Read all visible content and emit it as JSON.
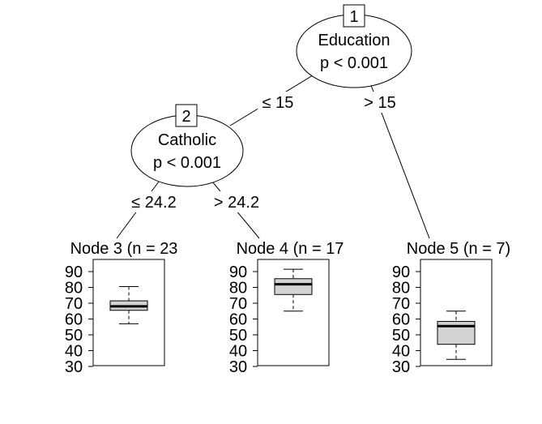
{
  "tree": {
    "inner_nodes": [
      {
        "id": "1",
        "variable": "Education",
        "p_value": "p < 0.001"
      },
      {
        "id": "2",
        "variable": "Catholic",
        "p_value": "p < 0.001"
      }
    ],
    "edges": [
      {
        "from": "1",
        "to": "2",
        "label": "≤ 15"
      },
      {
        "from": "1",
        "to": "5",
        "label": "> 15"
      },
      {
        "from": "2",
        "to": "3",
        "label": "≤ 24.2"
      },
      {
        "from": "2",
        "to": "4",
        "label": "> 24.2"
      }
    ]
  },
  "chart_data": [
    {
      "type": "boxplot",
      "title": "Node 3 (n = 23",
      "node": 3,
      "ylim": [
        30,
        90
      ],
      "yticks": [
        "90",
        "80",
        "70",
        "60",
        "50",
        "40",
        "30"
      ],
      "whisker_low": 57,
      "q1": 65.5,
      "median": 68,
      "q3": 71.5,
      "whisker_high": 80.5
    },
    {
      "type": "boxplot",
      "title": "Node 4 (n = 17",
      "node": 4,
      "ylim": [
        30,
        90
      ],
      "yticks": [
        "90",
        "80",
        "70",
        "60",
        "50",
        "40",
        "30"
      ],
      "whisker_low": 65,
      "q1": 75.5,
      "median": 82,
      "q3": 85.5,
      "whisker_high": 91.5
    },
    {
      "type": "boxplot",
      "title": "Node 5 (n = 7)",
      "node": 5,
      "ylim": [
        30,
        90
      ],
      "yticks": [
        "90",
        "80",
        "70",
        "60",
        "50",
        "40",
        "30"
      ],
      "whisker_low": 34.5,
      "q1": 44,
      "median": 55.5,
      "q3": 58.5,
      "whisker_high": 65
    }
  ]
}
